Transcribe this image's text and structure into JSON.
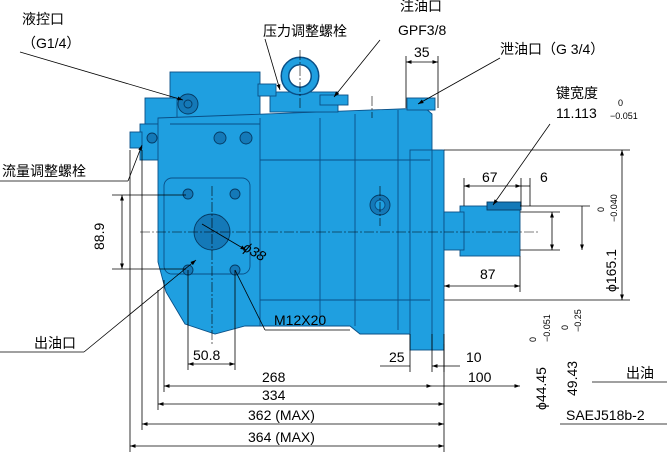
{
  "labels": {
    "control_port": "液控口",
    "control_port_size": "（G1/4）",
    "pressure_adjust_screw": "压力调整螺栓",
    "fill_port": "注油口",
    "fill_port_size": "GPF3/8",
    "drain_port": "泄油口（G 3/4）",
    "key_width": "键宽度",
    "key_width_value": "11.113",
    "key_width_tol_upper": "0",
    "key_width_tol_lower": "−0.051",
    "flow_adjust_screw": "流量调整螺栓",
    "outlet_port": "出油口",
    "bolt_spec": "M12X20",
    "hole_dia": "ϕ38",
    "outlet_right": "出油",
    "standard": "SAEJ518b-2"
  },
  "dimensions": {
    "d35": "35",
    "d67": "67",
    "d6": "6",
    "d88_9": "88.9",
    "d87": "87",
    "d165_1": "ϕ165.1",
    "d165_1_tol_upper": "0",
    "d165_1_tol_lower": "−0.040",
    "d50_8": "50.8",
    "d25": "25",
    "d10": "10",
    "d100": "100",
    "d268": "268",
    "d334": "334",
    "d362": "362 (MAX)",
    "d364": "364 (MAX)",
    "d44_45": "ϕ44.45",
    "d44_45_tol_upper": "0",
    "d44_45_tol_lower": "−0.051",
    "d49_43": "49.43",
    "d49_43_tol_upper": "0",
    "d49_43_tol_lower": "−0.25"
  },
  "colors": {
    "body": "#1f9fe0",
    "outline": "#0a4f86",
    "line": "#000000"
  }
}
